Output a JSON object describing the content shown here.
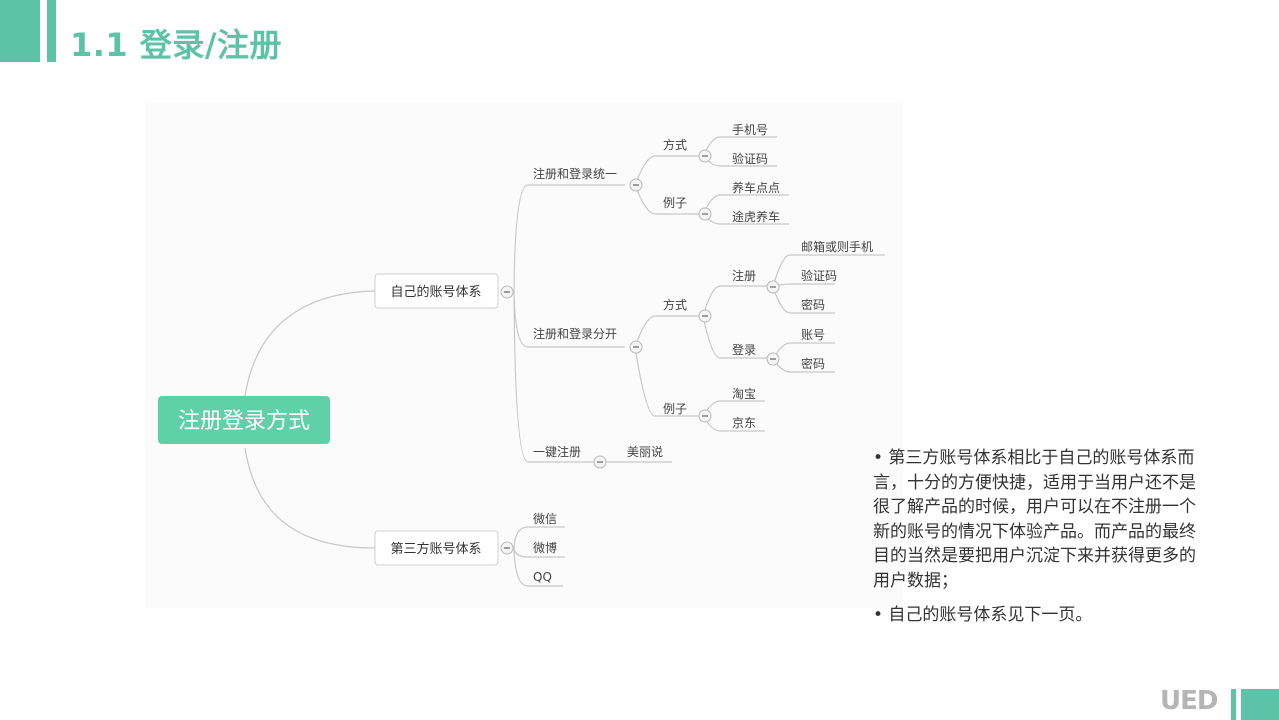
{
  "header": {
    "title": "1.1 登录/注册"
  },
  "mindmap": {
    "root": "注册登录方式",
    "branch_own": "自己的账号体系",
    "branch_third": "第三方账号体系",
    "unified": "注册和登录统一",
    "unified_method": "方式",
    "unified_method_items": [
      "手机号",
      "验证码"
    ],
    "unified_example": "例子",
    "unified_example_items": [
      "养车点点",
      "途虎养车"
    ],
    "separate": "注册和登录分开",
    "separate_method": "方式",
    "register": "注册",
    "register_items": [
      "邮箱或则手机",
      "验证码",
      "密码"
    ],
    "login": "登录",
    "login_items": [
      "账号",
      "密码"
    ],
    "separate_example": "例子",
    "separate_example_items": [
      "淘宝",
      "京东"
    ],
    "onekey": "一键注册",
    "onekey_example": "美丽说",
    "third_items": [
      "微信",
      "微博",
      "QQ"
    ]
  },
  "notes": [
    "• 第三方账号体系相比于自己的账号体系而言，十分的方便快捷，适用于当用户还不是很了解产品的时候，用户可以在不注册一个新的账号的情况下体验产品。而产品的最终目的当然是要把用户沉淀下来并获得更多的用户数据；",
    "• 自己的账号体系见下一页。"
  ],
  "footer": {
    "logo": "UED"
  },
  "colors": {
    "accent": "#5cc3a8",
    "root_fill": "#5fd0a8"
  }
}
